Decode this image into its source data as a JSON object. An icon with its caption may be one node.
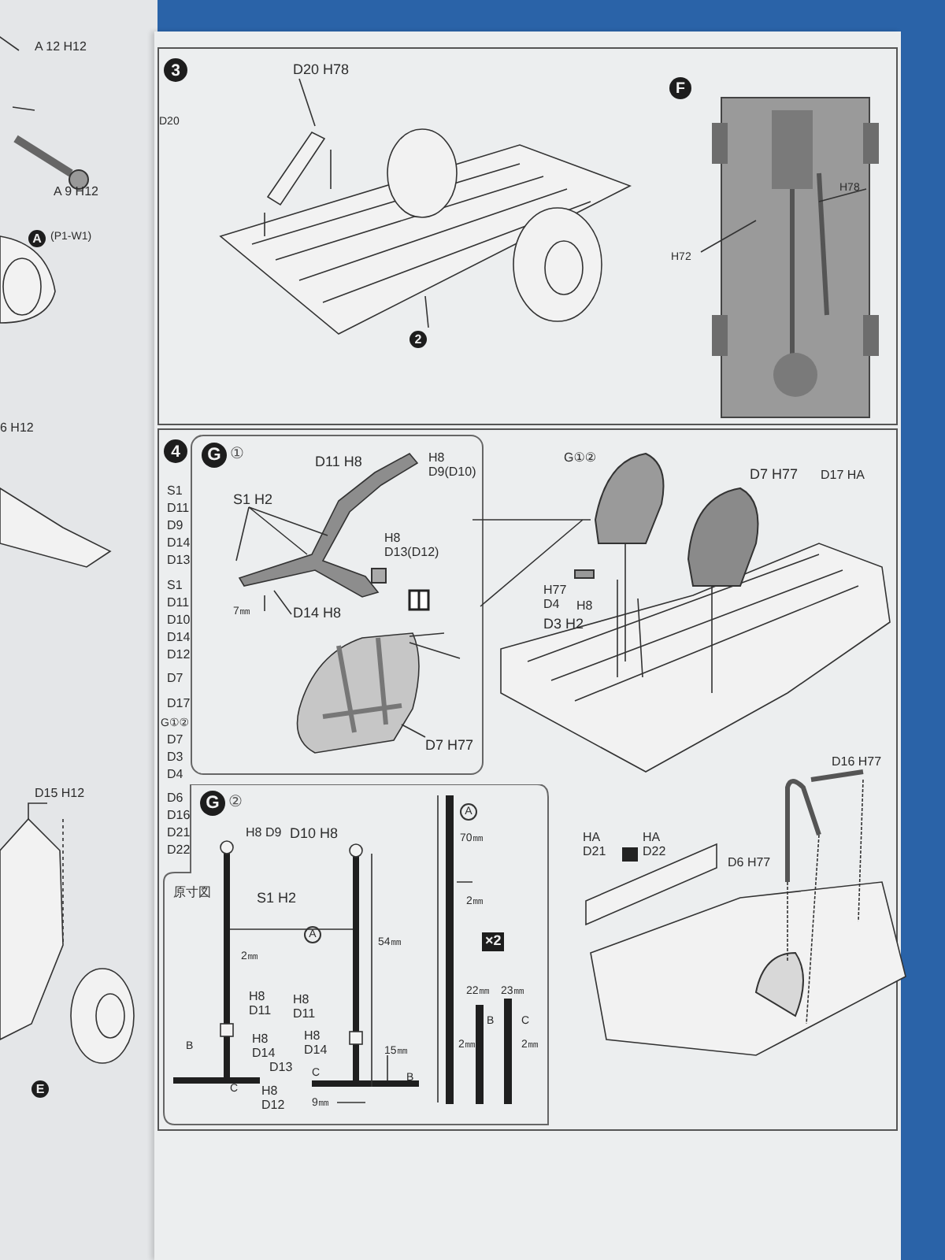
{
  "diagram": {
    "nodes": [
      {
        "text": [],
        "shape": "box"
      },
      {
        "text": [
          "3"
        ],
        "in": 0
      },
      {
        "text": [
          "F"
        ],
        "in": 0
      },
      {
        "text": [],
        "shape": "box"
      },
      {
        "text": [
          "4"
        ],
        "in": 3
      },
      {
        "text": [
          "G",
          "①"
        ],
        "in": 3
      },
      {
        "text": [
          "G",
          "②"
        ],
        "in": 3
      }
    ],
    "labels": [
      "A 12 H12",
      "A 9 H12",
      "A",
      "(P1-W1)",
      "6 H12",
      "D15 H12",
      "E",
      "D20",
      "D20 H78",
      "2",
      "H78",
      "H72",
      "S1",
      "D11",
      "D9",
      "D14",
      "D13",
      "S1",
      "D11",
      "D10",
      "D14",
      "D12",
      "D7",
      "D17",
      "G①②",
      "D7",
      "D3",
      "D4",
      "D6",
      "D16",
      "D21",
      "D22",
      "S1 H2",
      "D11 H8",
      "H8 D9(D10)",
      "H8 D13(D12)",
      "7㎜",
      "D14 H8",
      "D7 H77",
      "G①②",
      "D7 H77",
      "D17 HA",
      "H77 D4",
      "H8",
      "D3 H2",
      "D16 H77",
      "HA D21",
      "HA D22",
      "D6 H77",
      "原寸図",
      "H8 D9",
      "D10 H8",
      "S1 H2",
      "A",
      "2㎜",
      "54㎜",
      "H8 D11",
      "H8 D11",
      "H8 D14",
      "D13",
      "H8 D14",
      "B",
      "C",
      "C",
      "H8 D12",
      "9㎜",
      "15㎜",
      "B",
      "A",
      "70㎜",
      "2㎜",
      "×2",
      "22㎜",
      "B",
      "23㎜",
      "C",
      "2㎜",
      "2㎜"
    ]
  }
}
